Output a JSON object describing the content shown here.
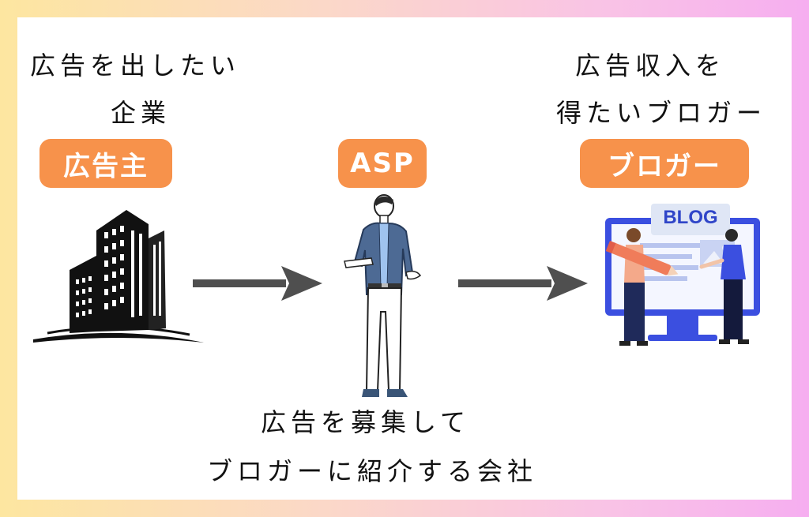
{
  "left": {
    "caption_line1": "広告を出したい",
    "caption_line2": "企業",
    "badge": "広告主"
  },
  "center": {
    "badge": "ASP",
    "caption_line1": "広告を募集して",
    "caption_line2": "ブロガーに紹介する会社"
  },
  "right": {
    "caption_line1": "広告収入を",
    "caption_line2": "得たいブロガー",
    "badge": "ブロガー",
    "monitor_label": "BLOG"
  },
  "colors": {
    "badge_bg": "#f7924b",
    "arrow": "#4f4f4f",
    "monitor": "#3b4fe0",
    "frame_left": "#fde6a0",
    "frame_right": "#f6aef0"
  },
  "icons": [
    "building-icon",
    "businessman-icon",
    "bloggers-monitor-icon",
    "arrow-right-icon"
  ]
}
